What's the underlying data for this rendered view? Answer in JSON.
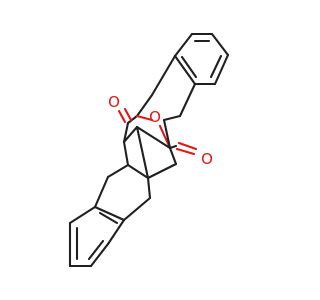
{
  "diagram": {
    "kind": "chemical-structure",
    "bond_color": "#202020",
    "heteroatom_color": "#e01818",
    "atoms": {
      "ketone_oxygen_left": "O",
      "bridge_oxygen": "O",
      "ketone_oxygen_right": "O"
    }
  }
}
